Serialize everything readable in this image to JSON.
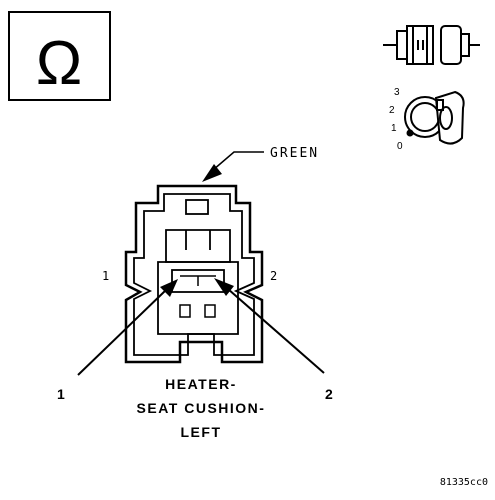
{
  "ohm_symbol": "Ω",
  "wire_color_label": "GREEN",
  "pin_labels": {
    "left": "1",
    "right": "2"
  },
  "callouts": {
    "left": "1",
    "right": "2"
  },
  "title_lines": [
    "HEATER-",
    "SEAT CUSHION-",
    "LEFT"
  ],
  "key_positions": [
    "3",
    "2",
    "1",
    "0"
  ],
  "figure_id": "81335cc0",
  "icons": {
    "meter": "ohmmeter-icon",
    "connector": "disconnected-connector-icon",
    "ignition": "ignition-key-icon"
  }
}
